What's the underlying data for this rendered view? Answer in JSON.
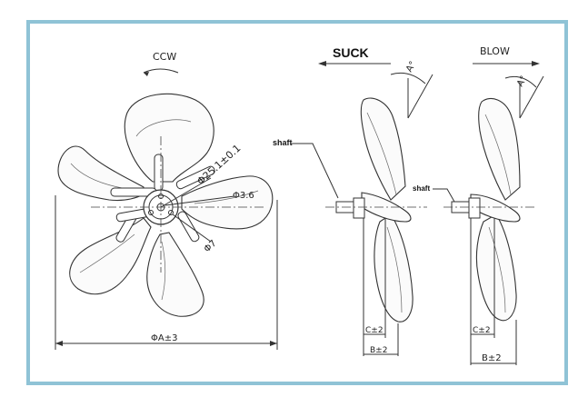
{
  "colors": {
    "frame_border": "#8fc3d6",
    "line": "#333333",
    "background": "#ffffff"
  },
  "front_view": {
    "rotation_label": "CCW",
    "hub_diameter_label": "Φ25.1±0.1",
    "bore_label": "Φ3.6",
    "hole_label": "Φ7",
    "overall_diameter_label": "ΦA±3"
  },
  "suck_view": {
    "title": "SUCK",
    "angle_label": "A°",
    "shaft_label": "shaft",
    "dim_c_label": "C±2",
    "dim_b_label": "B±2"
  },
  "blow_view": {
    "title": "BLOW",
    "angle_label": "A°",
    "shaft_label": "shaft",
    "dim_c_label": "C±2",
    "dim_b_label": "B±2"
  }
}
